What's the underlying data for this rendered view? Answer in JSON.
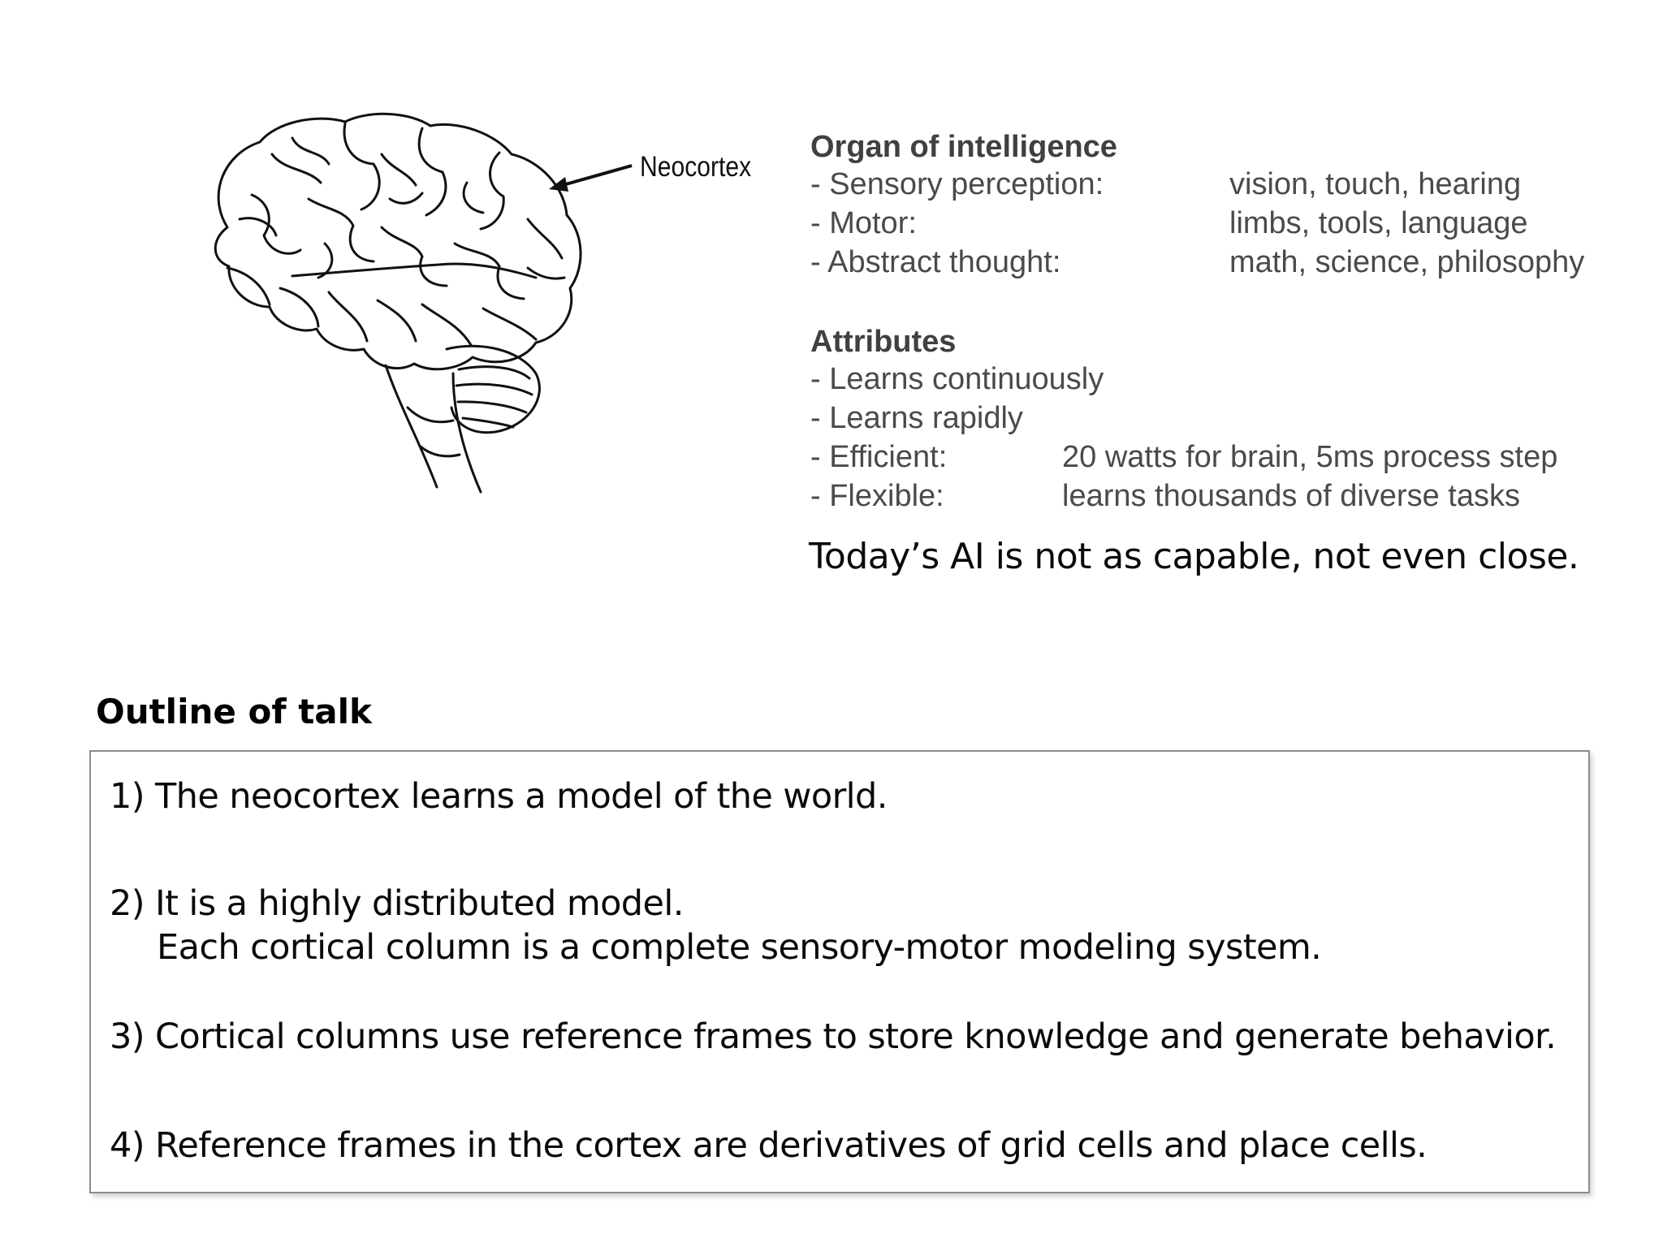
{
  "diagram": {
    "neocortex_label": "Neocortex"
  },
  "organ_section": {
    "heading": "Organ of intelligence",
    "rows": [
      {
        "label": "- Sensory perception:",
        "value": "vision, touch, hearing"
      },
      {
        "label": "- Motor:",
        "value": "limbs, tools, language"
      },
      {
        "label": "- Abstract thought:",
        "value": "math, science, philosophy"
      }
    ]
  },
  "attributes_section": {
    "heading": "Attributes",
    "rows": [
      {
        "label": "- Learns continuously",
        "value": ""
      },
      {
        "label": "- Learns rapidly",
        "value": ""
      },
      {
        "label": "- Efficient:",
        "value": "20 watts for brain, 5ms process step"
      },
      {
        "label": "- Flexible:",
        "value": "learns thousands of diverse tasks"
      }
    ]
  },
  "closing_statement": "Today’s AI is not as capable, not even close.",
  "outline": {
    "heading": "Outline of talk",
    "items": [
      "1) The neocortex learns a model of the world.",
      "2) It is a highly distributed model.",
      "Each cortical column is a complete sensory-motor modeling system.",
      "3) Cortical columns use reference frames to store knowledge and generate behavior.",
      "4) Reference frames in the cortex are derivatives of grid cells and place cells."
    ]
  }
}
